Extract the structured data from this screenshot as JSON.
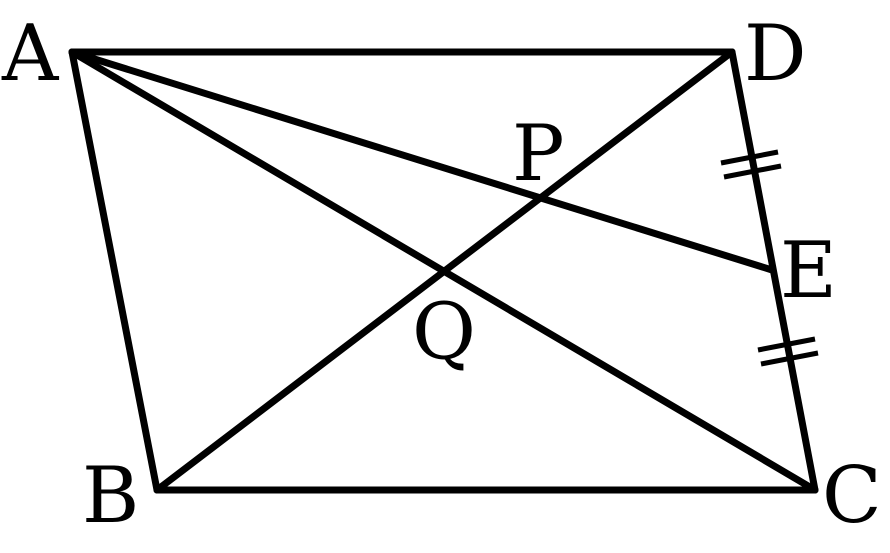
{
  "diagram": {
    "points": {
      "A": "A",
      "B": "B",
      "C": "C",
      "D": "D",
      "E": "E",
      "P": "P",
      "Q": "Q"
    }
  }
}
